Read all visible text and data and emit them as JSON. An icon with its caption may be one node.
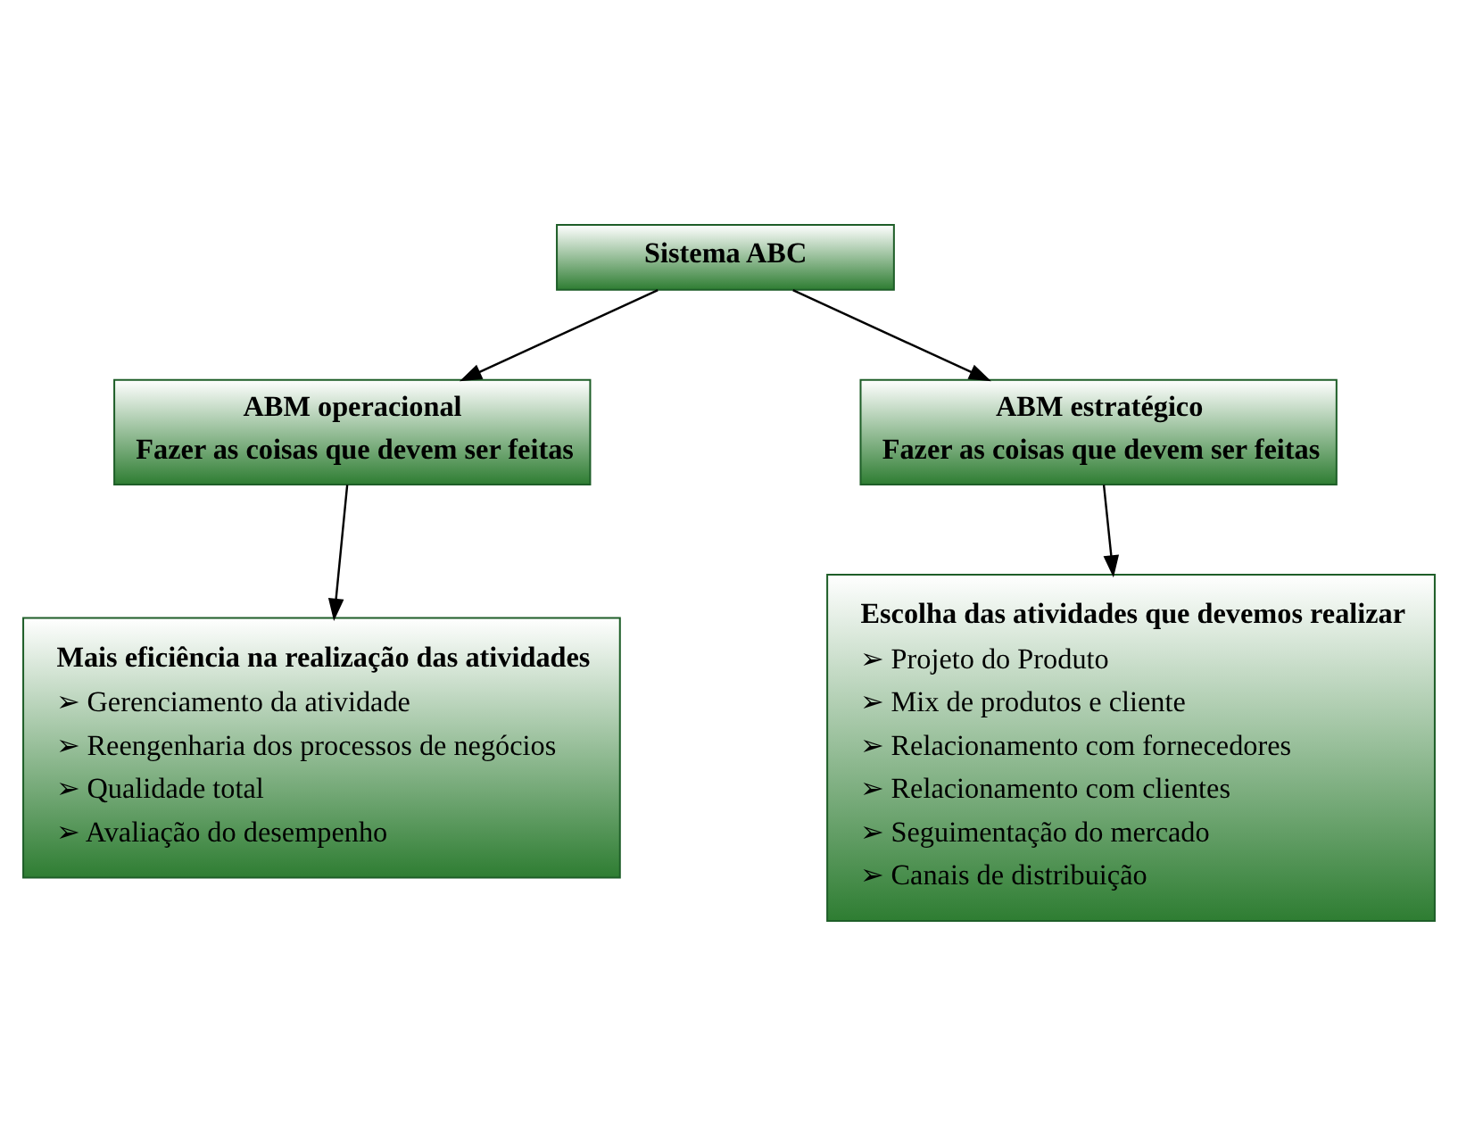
{
  "diagram": {
    "nodes": [
      {
        "text": [
          "Sistema ABC"
        ]
      },
      {
        "text": [
          "ABM operacional",
          "Fazer as coisas que devem ser feitas"
        ]
      },
      {
        "text": [
          "ABM estratégico",
          "Fazer as coisas que devem ser feitas"
        ]
      },
      {
        "text": [
          "Mais eficiência na realização das atividades",
          "➢ Gerenciamento da atividade",
          "➢ Reengenharia dos processos de negócios",
          "➢ Qualidade total",
          "➢ Avaliação do desempenho"
        ]
      },
      {
        "text": [
          "Escolha das atividades que devemos realizar",
          "➢ Projeto do Produto",
          "➢ Mix de produtos e cliente",
          "➢ Relacionamento com fornecedores",
          "➢ Relacionamento com clientes",
          "➢ Seguimentação do mercado",
          "➢ Canais de distribuição"
        ]
      }
    ],
    "edges": [
      {
        "from": 0,
        "to": 1,
        "arrow": "to"
      },
      {
        "from": 0,
        "to": 2,
        "arrow": "to"
      },
      {
        "from": 1,
        "to": 3,
        "arrow": "to"
      },
      {
        "from": 2,
        "to": 4,
        "arrow": "to"
      }
    ]
  }
}
